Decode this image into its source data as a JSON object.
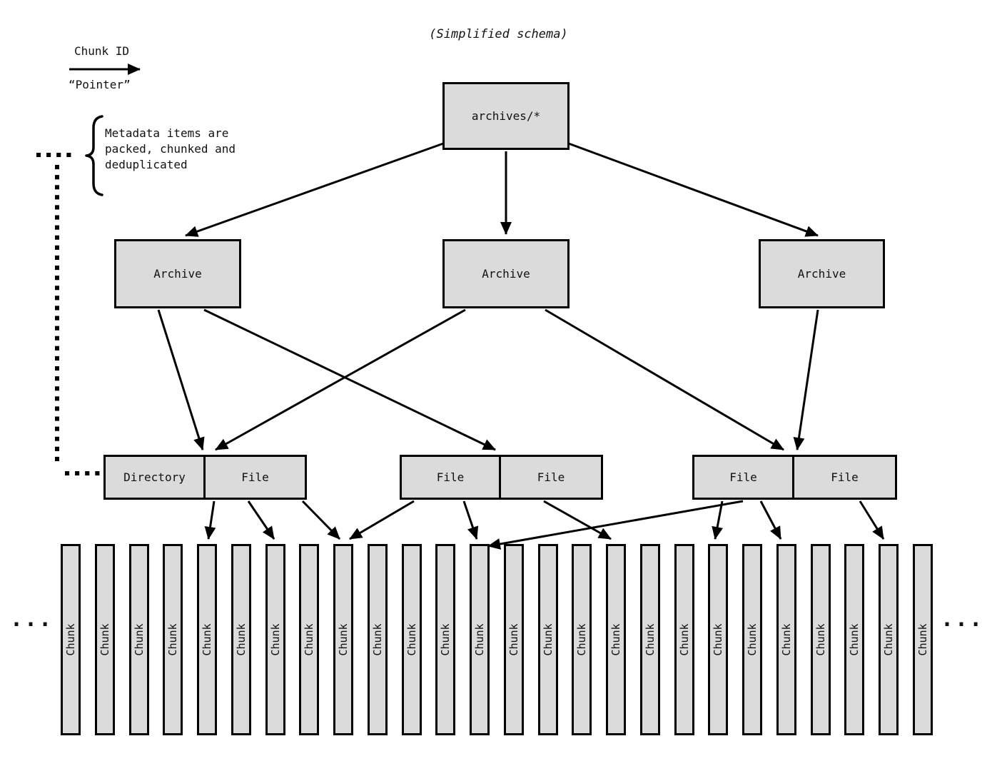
{
  "title": "(Simplified schema)",
  "legend": {
    "arrow_label": "Chunk ID",
    "arrow_caption": "“Pointer”"
  },
  "annotation": {
    "lines": [
      "Metadata items are",
      "packed, chunked and",
      "deduplicated"
    ]
  },
  "nodes": {
    "root": {
      "label": "archives/*"
    },
    "archives": [
      {
        "label": "Archive"
      },
      {
        "label": "Archive"
      },
      {
        "label": "Archive"
      }
    ],
    "item_rows": [
      {
        "cells": [
          {
            "label": "Directory"
          },
          {
            "label": "File"
          }
        ]
      },
      {
        "cells": [
          {
            "label": "File"
          },
          {
            "label": "File"
          }
        ]
      },
      {
        "cells": [
          {
            "label": "File"
          },
          {
            "label": "File"
          }
        ]
      }
    ]
  },
  "chunks": {
    "label": "Chunk",
    "count": 26
  },
  "ellipsis": "...",
  "colors": {
    "box_fill": "#dbdbdb",
    "box_border": "#000000",
    "line": "#000000",
    "background": "#ffffff"
  }
}
